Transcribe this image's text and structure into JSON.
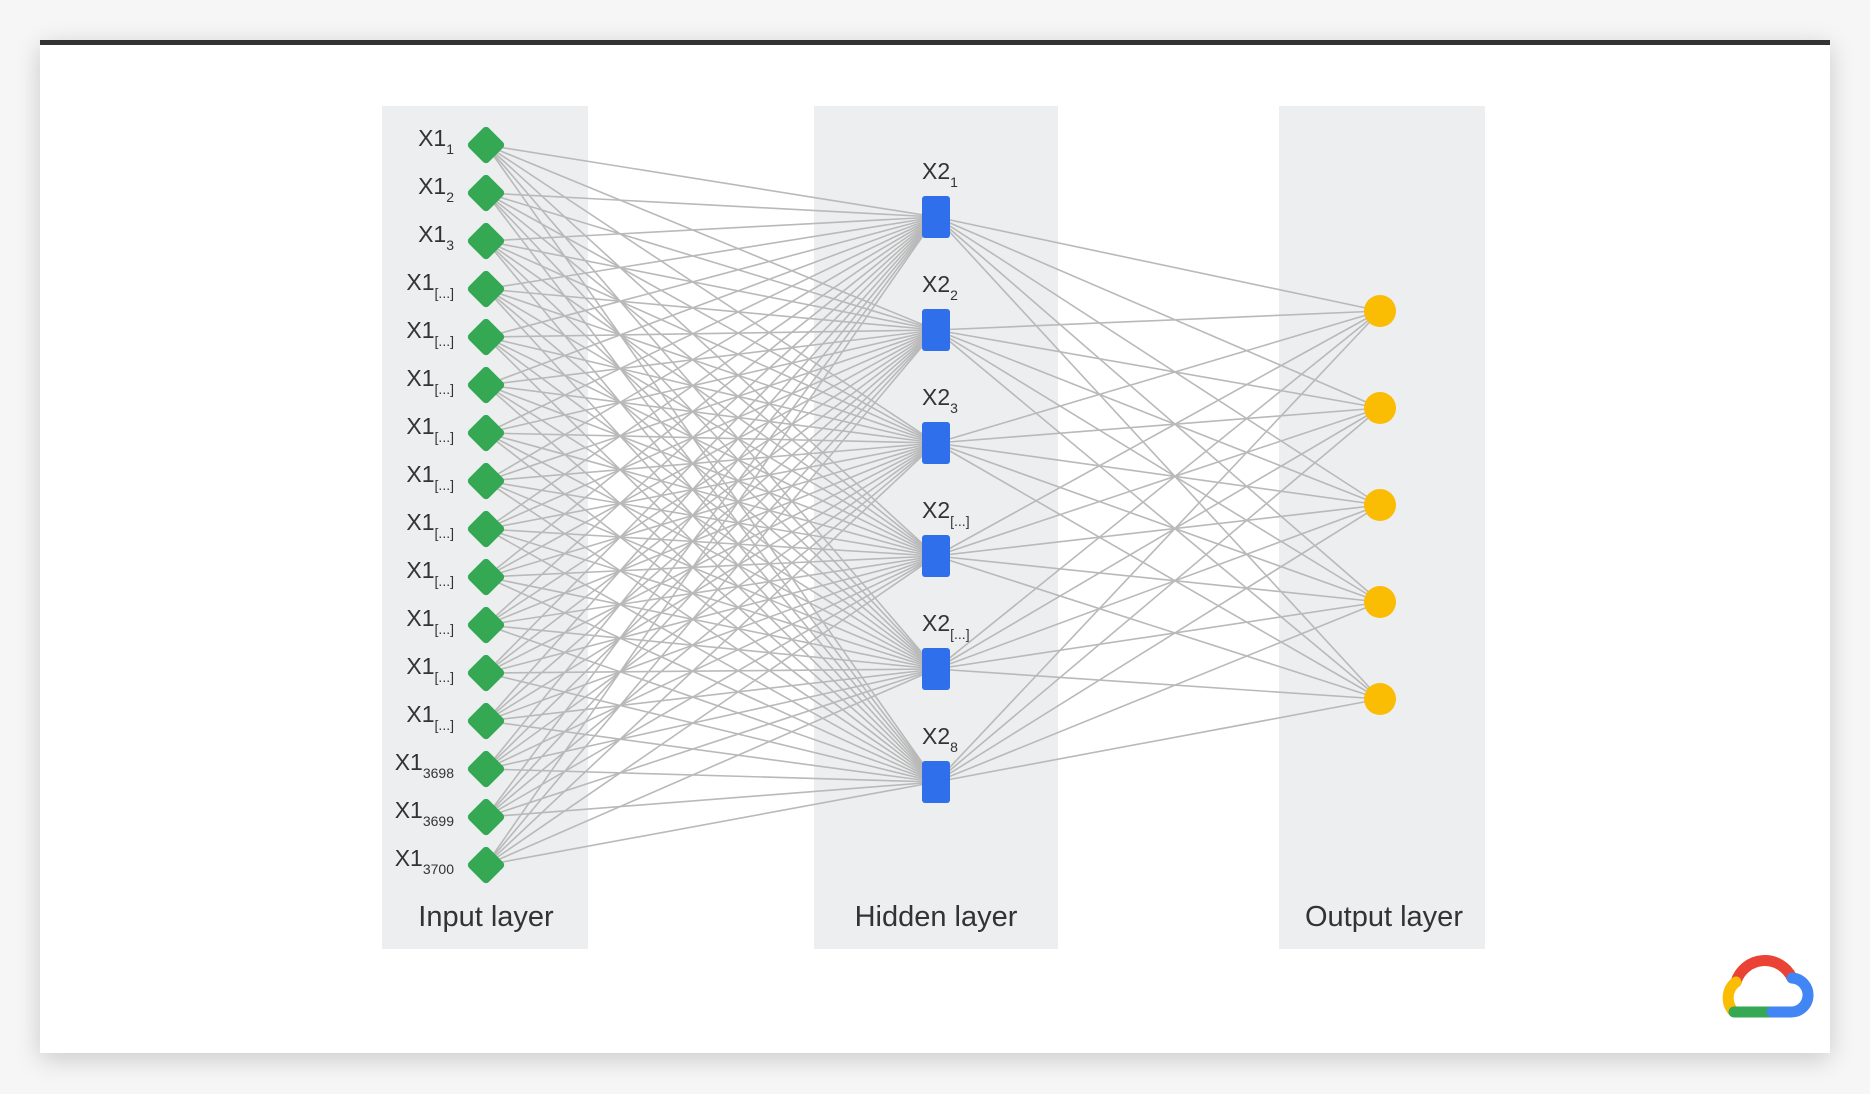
{
  "colors": {
    "input_node": "#34a853",
    "hidden_node": "#2f6fec",
    "output_node": "#fbbc04",
    "edge": "#b9b9b9",
    "band": "#eceef0",
    "text": "#333333"
  },
  "layers": {
    "input": {
      "label": "Input layer",
      "nodes": [
        {
          "main": "X1",
          "sub": "1"
        },
        {
          "main": "X1",
          "sub": "2"
        },
        {
          "main": "X1",
          "sub": "3"
        },
        {
          "main": "X1",
          "sub": "[...]"
        },
        {
          "main": "X1",
          "sub": "[...]"
        },
        {
          "main": "X1",
          "sub": "[...]"
        },
        {
          "main": "X1",
          "sub": "[...]"
        },
        {
          "main": "X1",
          "sub": "[...]"
        },
        {
          "main": "X1",
          "sub": "[...]"
        },
        {
          "main": "X1",
          "sub": "[...]"
        },
        {
          "main": "X1",
          "sub": "[...]"
        },
        {
          "main": "X1",
          "sub": "[...]"
        },
        {
          "main": "X1",
          "sub": "[...]"
        },
        {
          "main": "X1",
          "sub": "3698"
        },
        {
          "main": "X1",
          "sub": "3699"
        },
        {
          "main": "X1",
          "sub": "3700"
        }
      ]
    },
    "hidden": {
      "label": "Hidden layer",
      "nodes": [
        {
          "main": "X2",
          "sub": "1"
        },
        {
          "main": "X2",
          "sub": "2"
        },
        {
          "main": "X2",
          "sub": "3"
        },
        {
          "main": "X2",
          "sub": "[...]"
        },
        {
          "main": "X2",
          "sub": "[...]"
        },
        {
          "main": "X2",
          "sub": "8"
        }
      ]
    },
    "output": {
      "label": "Output layer",
      "node_count": 5
    }
  },
  "logo": {
    "icon": "google-cloud-logo",
    "colors": [
      "#ea4335",
      "#fbbc04",
      "#34a853",
      "#4285f4"
    ]
  }
}
